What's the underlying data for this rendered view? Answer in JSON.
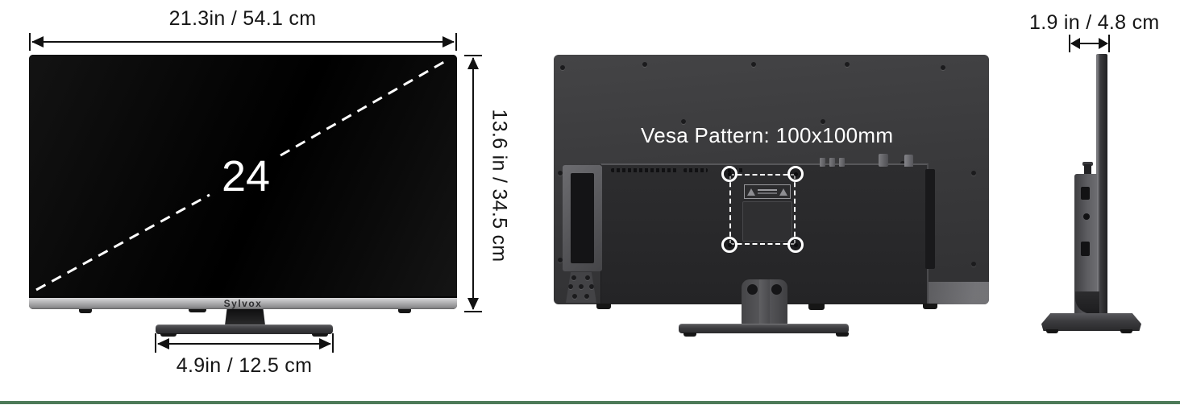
{
  "front_view": {
    "width_label": "21.3in / 54.1 cm",
    "height_label": "13.6 in / 34.5 cm",
    "diagonal_size": "24",
    "brand": "Sylvox",
    "stand_width_label": "4.9in / 12.5 cm"
  },
  "back_view": {
    "vesa_label": "Vesa Pattern: 100x100mm"
  },
  "side_view": {
    "depth_label": "1.9 in / 4.8 cm"
  },
  "colors": {
    "accent_green": "#4d7a58",
    "back_panel_gray": "#3a3a3c",
    "bezel_silver": "#b3b3b5",
    "dimension_text": "#161616",
    "screen_black": "#050505",
    "dashed_line_white": "#ffffff"
  }
}
